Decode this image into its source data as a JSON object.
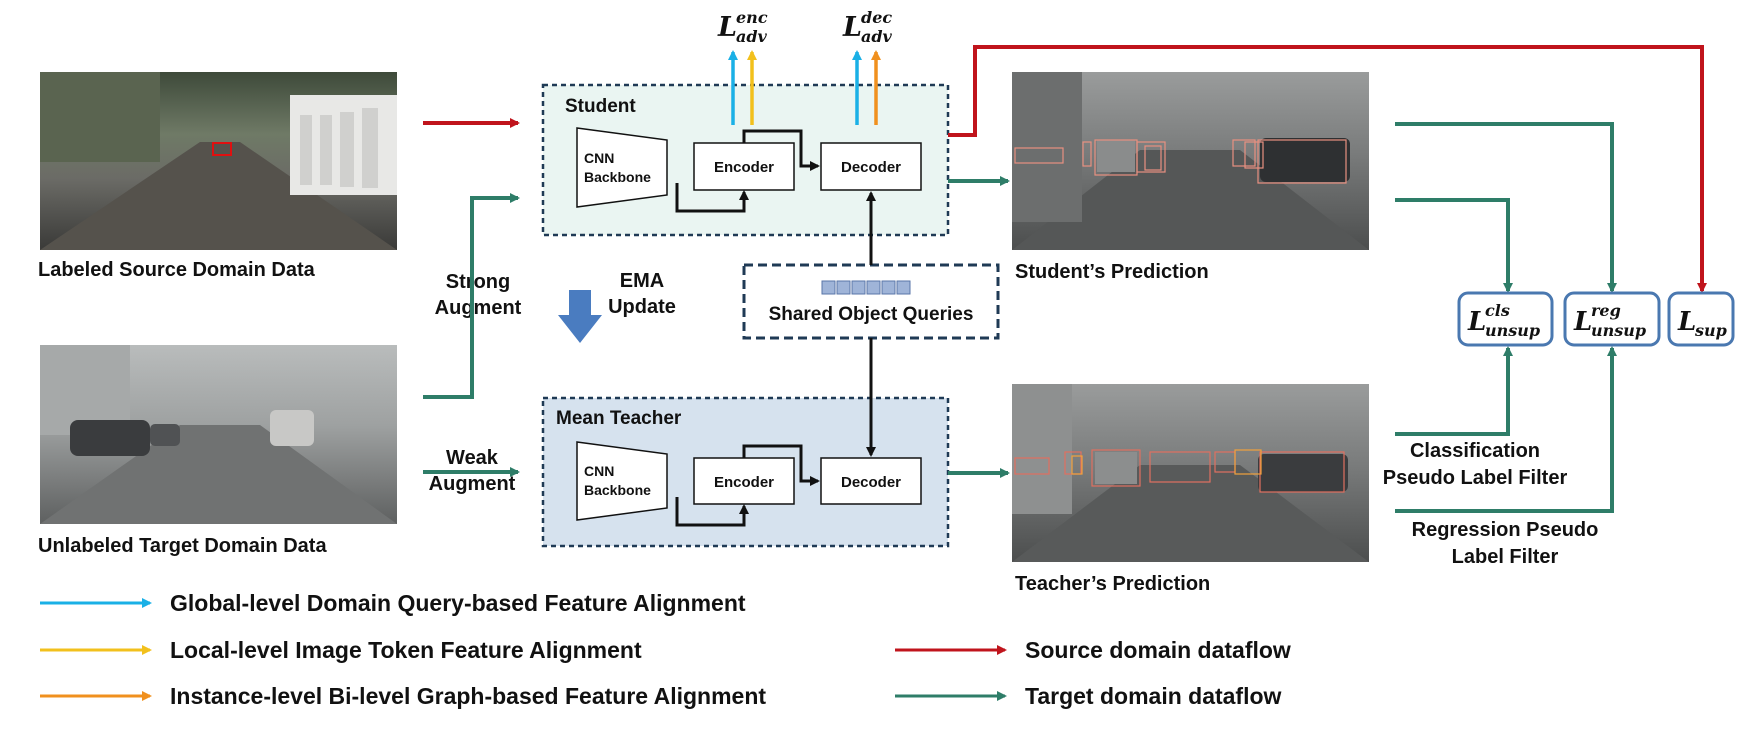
{
  "images": {
    "source": {
      "caption": "Labeled Source Domain Data"
    },
    "target": {
      "caption": "Unlabeled Target Domain Data"
    },
    "student_pred": {
      "caption": "Student’s Prediction"
    },
    "teacher_pred": {
      "caption": "Teacher’s Prediction"
    }
  },
  "student": {
    "title": "Student",
    "backbone_line1": "CNN",
    "backbone_line2": "Backbone",
    "encoder": "Encoder",
    "decoder": "Decoder"
  },
  "teacher": {
    "title": "Mean Teacher",
    "backbone_line1": "CNN",
    "backbone_line2": "Backbone",
    "encoder": "Encoder",
    "decoder": "Decoder"
  },
  "queries": {
    "label": "Shared Object Queries"
  },
  "augment": {
    "strong_line1": "Strong",
    "strong_line2": "Augment",
    "weak_line1": "Weak",
    "weak_line2": "Augment"
  },
  "ema": {
    "line1": "EMA",
    "line2": "Update"
  },
  "losses": {
    "adv_enc": {
      "base": "L",
      "sup": "enc",
      "sub": "adv"
    },
    "adv_dec": {
      "base": "L",
      "sup": "dec",
      "sub": "adv"
    },
    "unsup_cls": {
      "base": "L",
      "sup": "cls",
      "sub": "unsup"
    },
    "unsup_reg": {
      "base": "L",
      "sup": "reg",
      "sub": "unsup"
    },
    "sup": {
      "base": "L",
      "sub": "sup"
    }
  },
  "filters": {
    "cls_line1": "Classification",
    "cls_line2": "Pseudo Label Filter",
    "reg_line1": "Regression Pseudo",
    "reg_line2": "Label Filter"
  },
  "legend": {
    "global": "Global-level Domain Query-based Feature Alignment",
    "local": "Local-level Image Token Feature Alignment",
    "instance": "Instance-level Bi-level Graph-based Feature Alignment",
    "source": "Source domain dataflow",
    "target": "Target domain dataflow"
  },
  "colors": {
    "source_flow": "#c0141c",
    "target_flow": "#2e7d68",
    "global": "#1ab0e6",
    "local": "#f2c01c",
    "instance": "#f0901e",
    "student_bg": "#eaf5f2",
    "teacher_bg": "#d6e2ee",
    "loss_border": "#4a78b0",
    "ema_arrow": "#4a7cc0"
  }
}
